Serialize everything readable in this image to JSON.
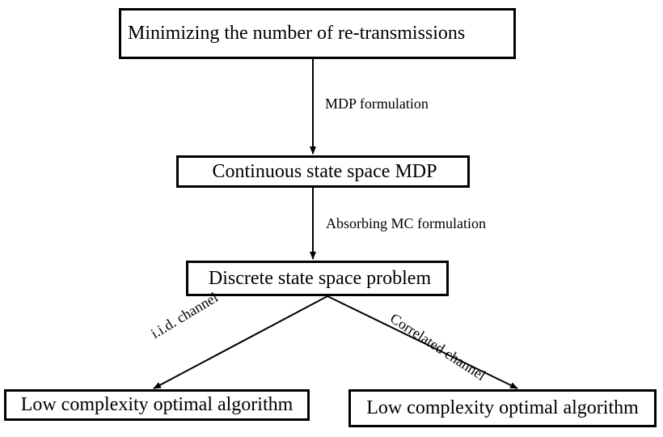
{
  "nodes": {
    "top": "Minimizing the number of re-transmissions",
    "continuous": "Continuous state space MDP",
    "discrete": "Discrete state space problem",
    "left": "Low complexity optimal algorithm",
    "right": "Low complexity optimal algorithm"
  },
  "edges": {
    "mdp": "MDP formulation",
    "absorbing": "Absorbing MC formulation",
    "iid": "i.i.d. channel",
    "correlated": "Correlated channel"
  },
  "colors": {
    "line": "#000000",
    "background": "#ffffff"
  }
}
